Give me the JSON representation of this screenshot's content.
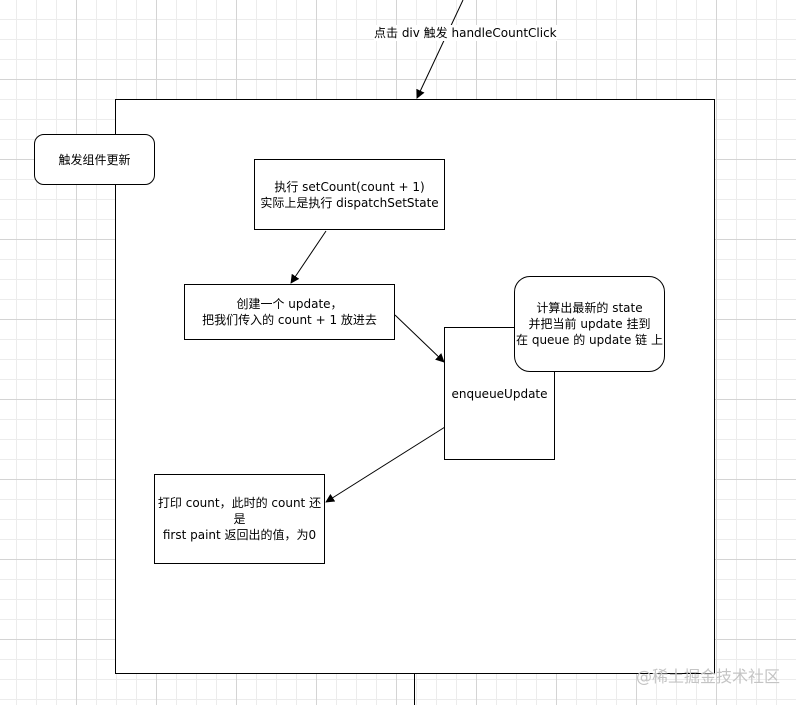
{
  "diagram": {
    "edge_top_label": "点击 div 触发 handleCountClick",
    "trigger_note": "触发组件更新",
    "step_setcount": "执行 setCount(count + 1)\n实际上是执行 dispatchSetState",
    "step_create_update": "创建一个 update，\n把我们传入的 count + 1 放进去",
    "step_enqueue": "enqueueUpdate",
    "step_compute_state": "计算出最新的 state\n并把当前 update 挂到\n在 queue 的 update 链 上",
    "step_print_count": "打印 count，此时的 count 还是\nfirst paint 返回出的值，为0"
  },
  "watermark": "@稀土掘金技术社区"
}
